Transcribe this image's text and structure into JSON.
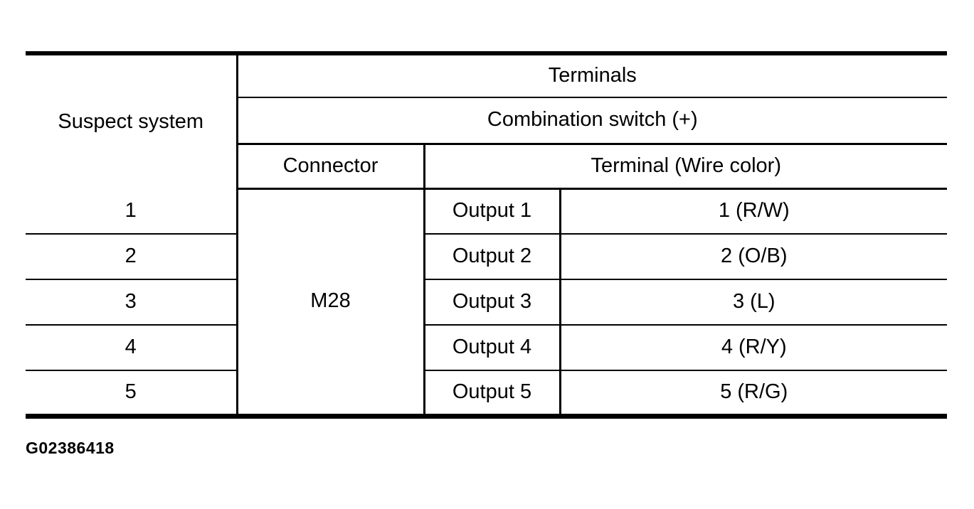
{
  "table": {
    "header": {
      "suspect_system": "Suspect system",
      "terminals": "Terminals",
      "combination_switch": "Combination switch (+)",
      "connector": "Connector",
      "terminal_wire_color": "Terminal (Wire color)"
    },
    "connector_value": "M28",
    "rows": [
      {
        "system": "1",
        "output": "Output 1",
        "terminal": "1 (R/W)"
      },
      {
        "system": "2",
        "output": "Output 2",
        "terminal": "2 (O/B)"
      },
      {
        "system": "3",
        "output": "Output 3",
        "terminal": "3 (L)"
      },
      {
        "system": "4",
        "output": "Output 4",
        "terminal": "4 (R/Y)"
      },
      {
        "system": "5",
        "output": "Output 5",
        "terminal": "5 (R/G)"
      }
    ]
  },
  "figure_id": "G02386418",
  "colors": {
    "border": "#000000",
    "background": "#ffffff",
    "text": "#000000"
  }
}
